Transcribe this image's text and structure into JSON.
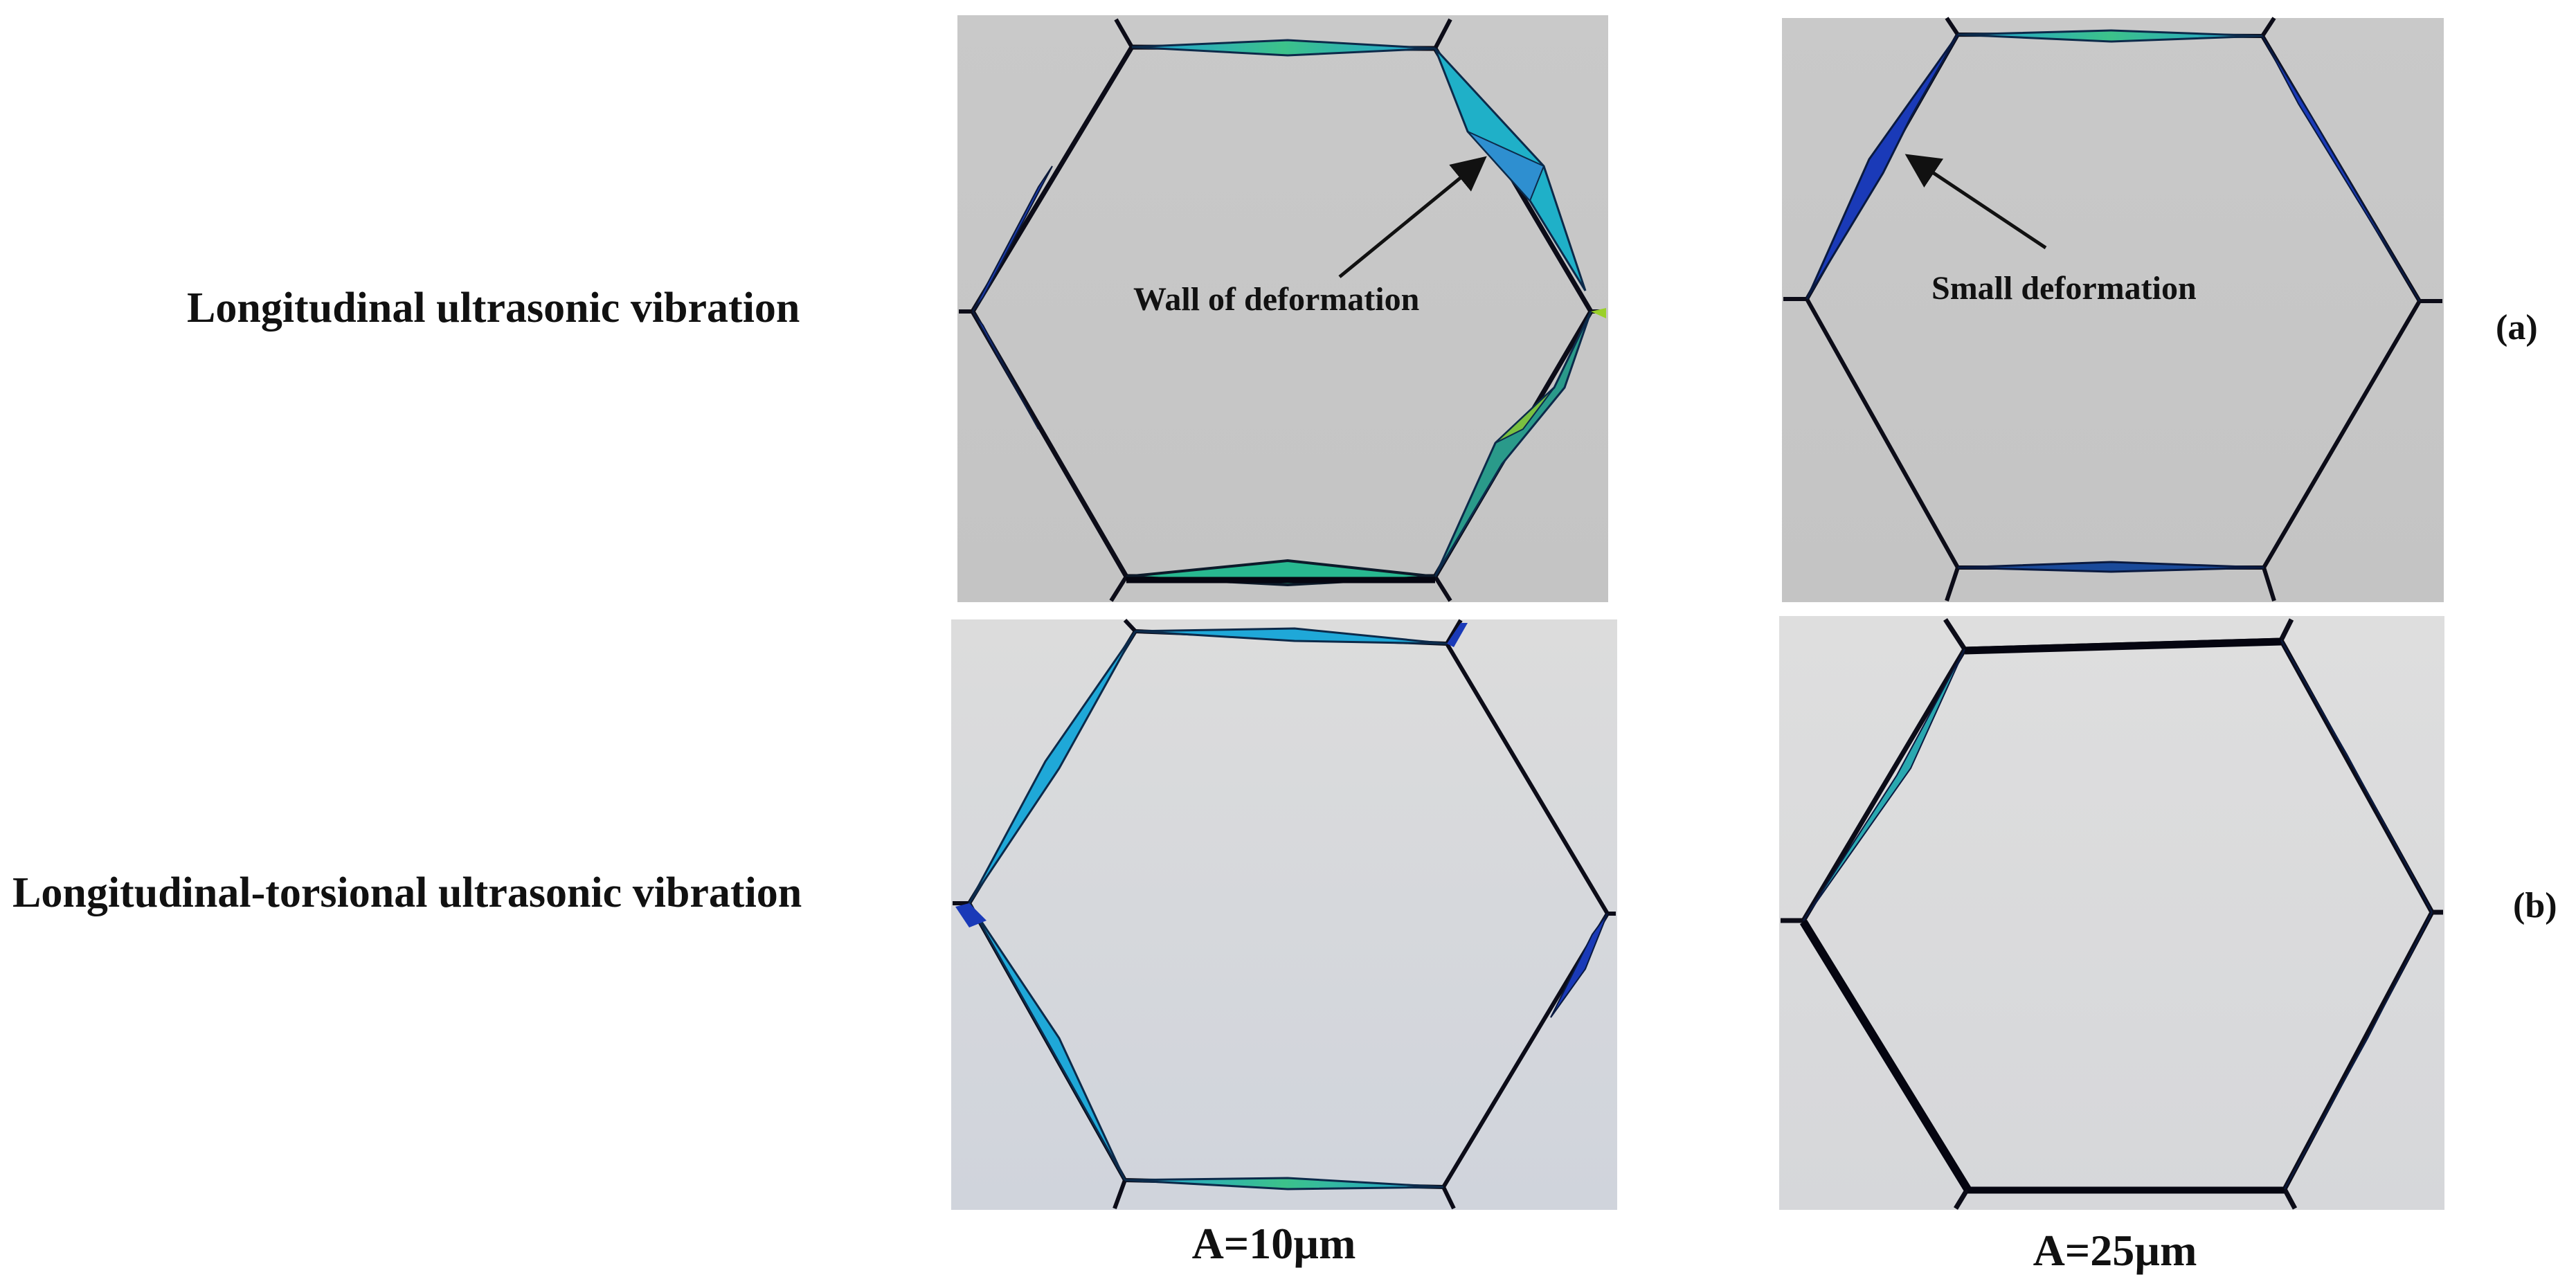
{
  "rows": [
    {
      "label": "Longitudinal ultrasonic vibration",
      "tag": "(a)"
    },
    {
      "label": "Longitudinal-torsional ultrasonic vibration",
      "tag": "(b)"
    }
  ],
  "columns": [
    {
      "label": "A=10µm"
    },
    {
      "label": "A=25µm"
    }
  ],
  "annotations": {
    "wall": "Wall of deformation",
    "small": "Small deformation"
  },
  "colors": {
    "panel_top": "#c8c8c8",
    "panel_bottom": "#d8d9dc",
    "edge": "#0c0c18",
    "deform_cyan": "#1fa8d8",
    "deform_green": "#3cb878",
    "deform_blue": "#1438b8"
  }
}
